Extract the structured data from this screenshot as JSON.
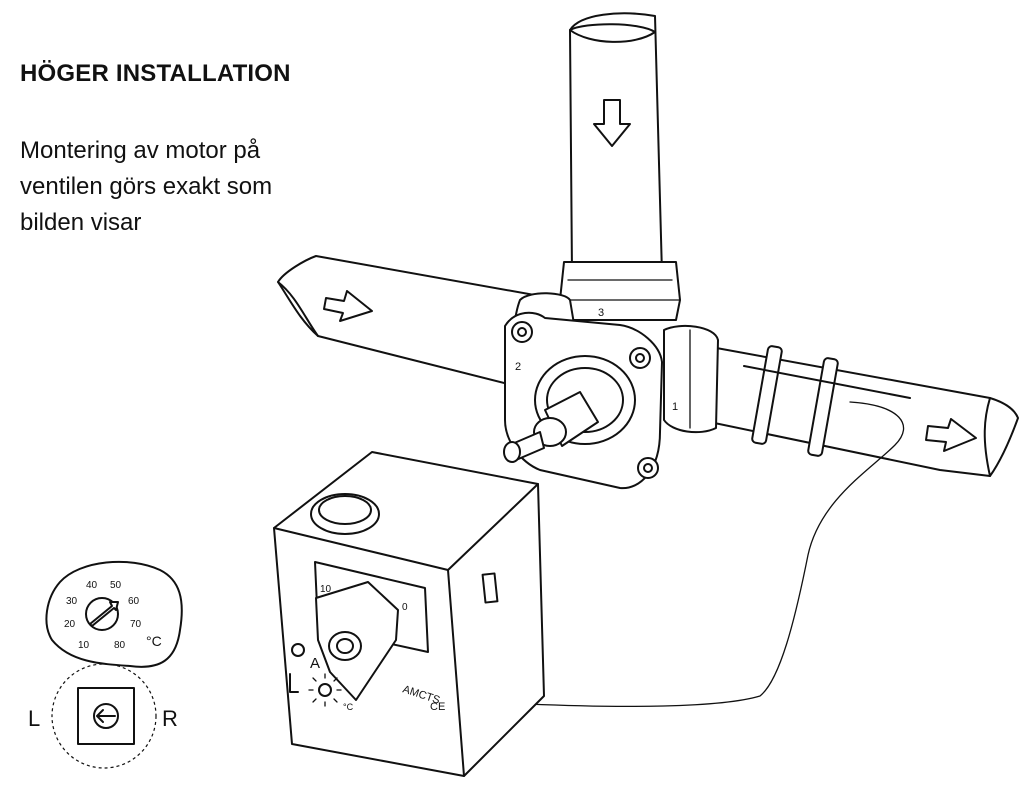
{
  "heading": "HÖGER INSTALLATION",
  "instruction": {
    "lines": [
      "Montering av motor på",
      "ventilen görs exakt som",
      "bilden visar"
    ]
  },
  "valve": {
    "port_labels": [
      "3",
      "2",
      "1"
    ],
    "actuator_model": "AMCTS",
    "ce_mark": "CE",
    "mode_label": "A",
    "temp_unit": "°C",
    "dial_marks": [
      "10",
      "0"
    ]
  },
  "thermostat_dial": {
    "scale_labels": [
      "10",
      "20",
      "30",
      "40",
      "50",
      "60",
      "70",
      "80"
    ],
    "unit": "°C"
  },
  "direction": {
    "left_label": "L",
    "right_label": "R"
  }
}
